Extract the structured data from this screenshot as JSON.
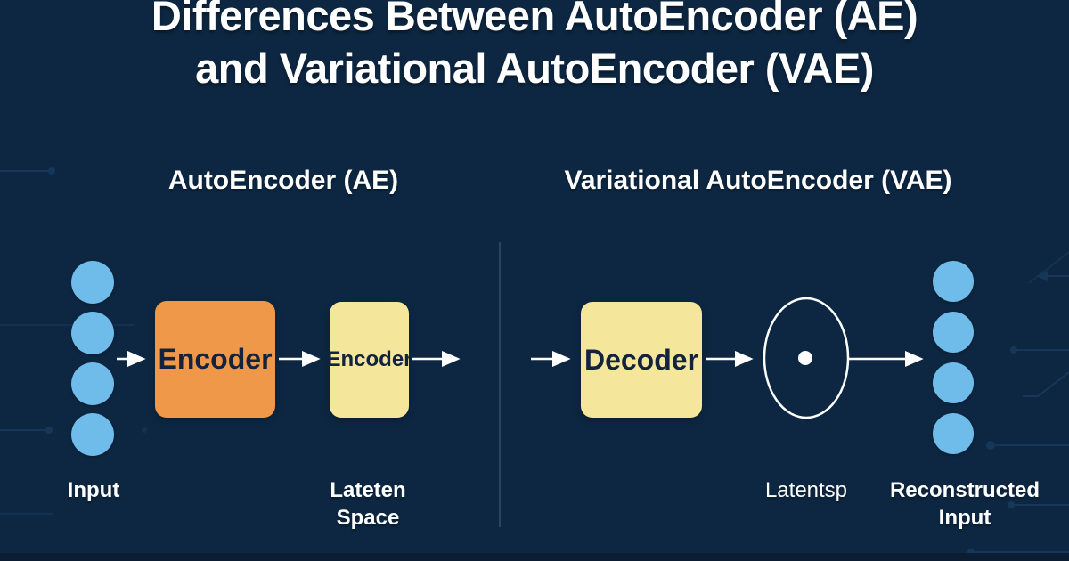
{
  "title": {
    "line1": "Differences Between AutoEncoder (AE)",
    "line2": "and Variational AutoEncoder (VAE)"
  },
  "sections": {
    "ae": {
      "heading": "AutoEncoder (AE)",
      "input_label": "Input",
      "input_node_count": 4,
      "encoder_box_label": "Encoder",
      "latent_box_label": "Encoder",
      "latent_label_line1": "Lateten",
      "latent_label_line2": "Space"
    },
    "vae": {
      "heading": "Variational AutoEncoder (VAE)",
      "decoder_box_label": "Decoder",
      "latent_label": "Latentsp",
      "output_label_line1": "Reconstructed",
      "output_label_line2": "Input",
      "output_node_count": 4
    }
  },
  "colors": {
    "background": "#0d2742",
    "title_text": "#ffffff",
    "node_blue": "#6fbbe9",
    "encoder_orange": "#f0984a",
    "latent_yellow": "#f4e79c",
    "box_text": "#14233d",
    "arrow_white": "#ffffff",
    "trace_blue": "#3d7ab8"
  }
}
